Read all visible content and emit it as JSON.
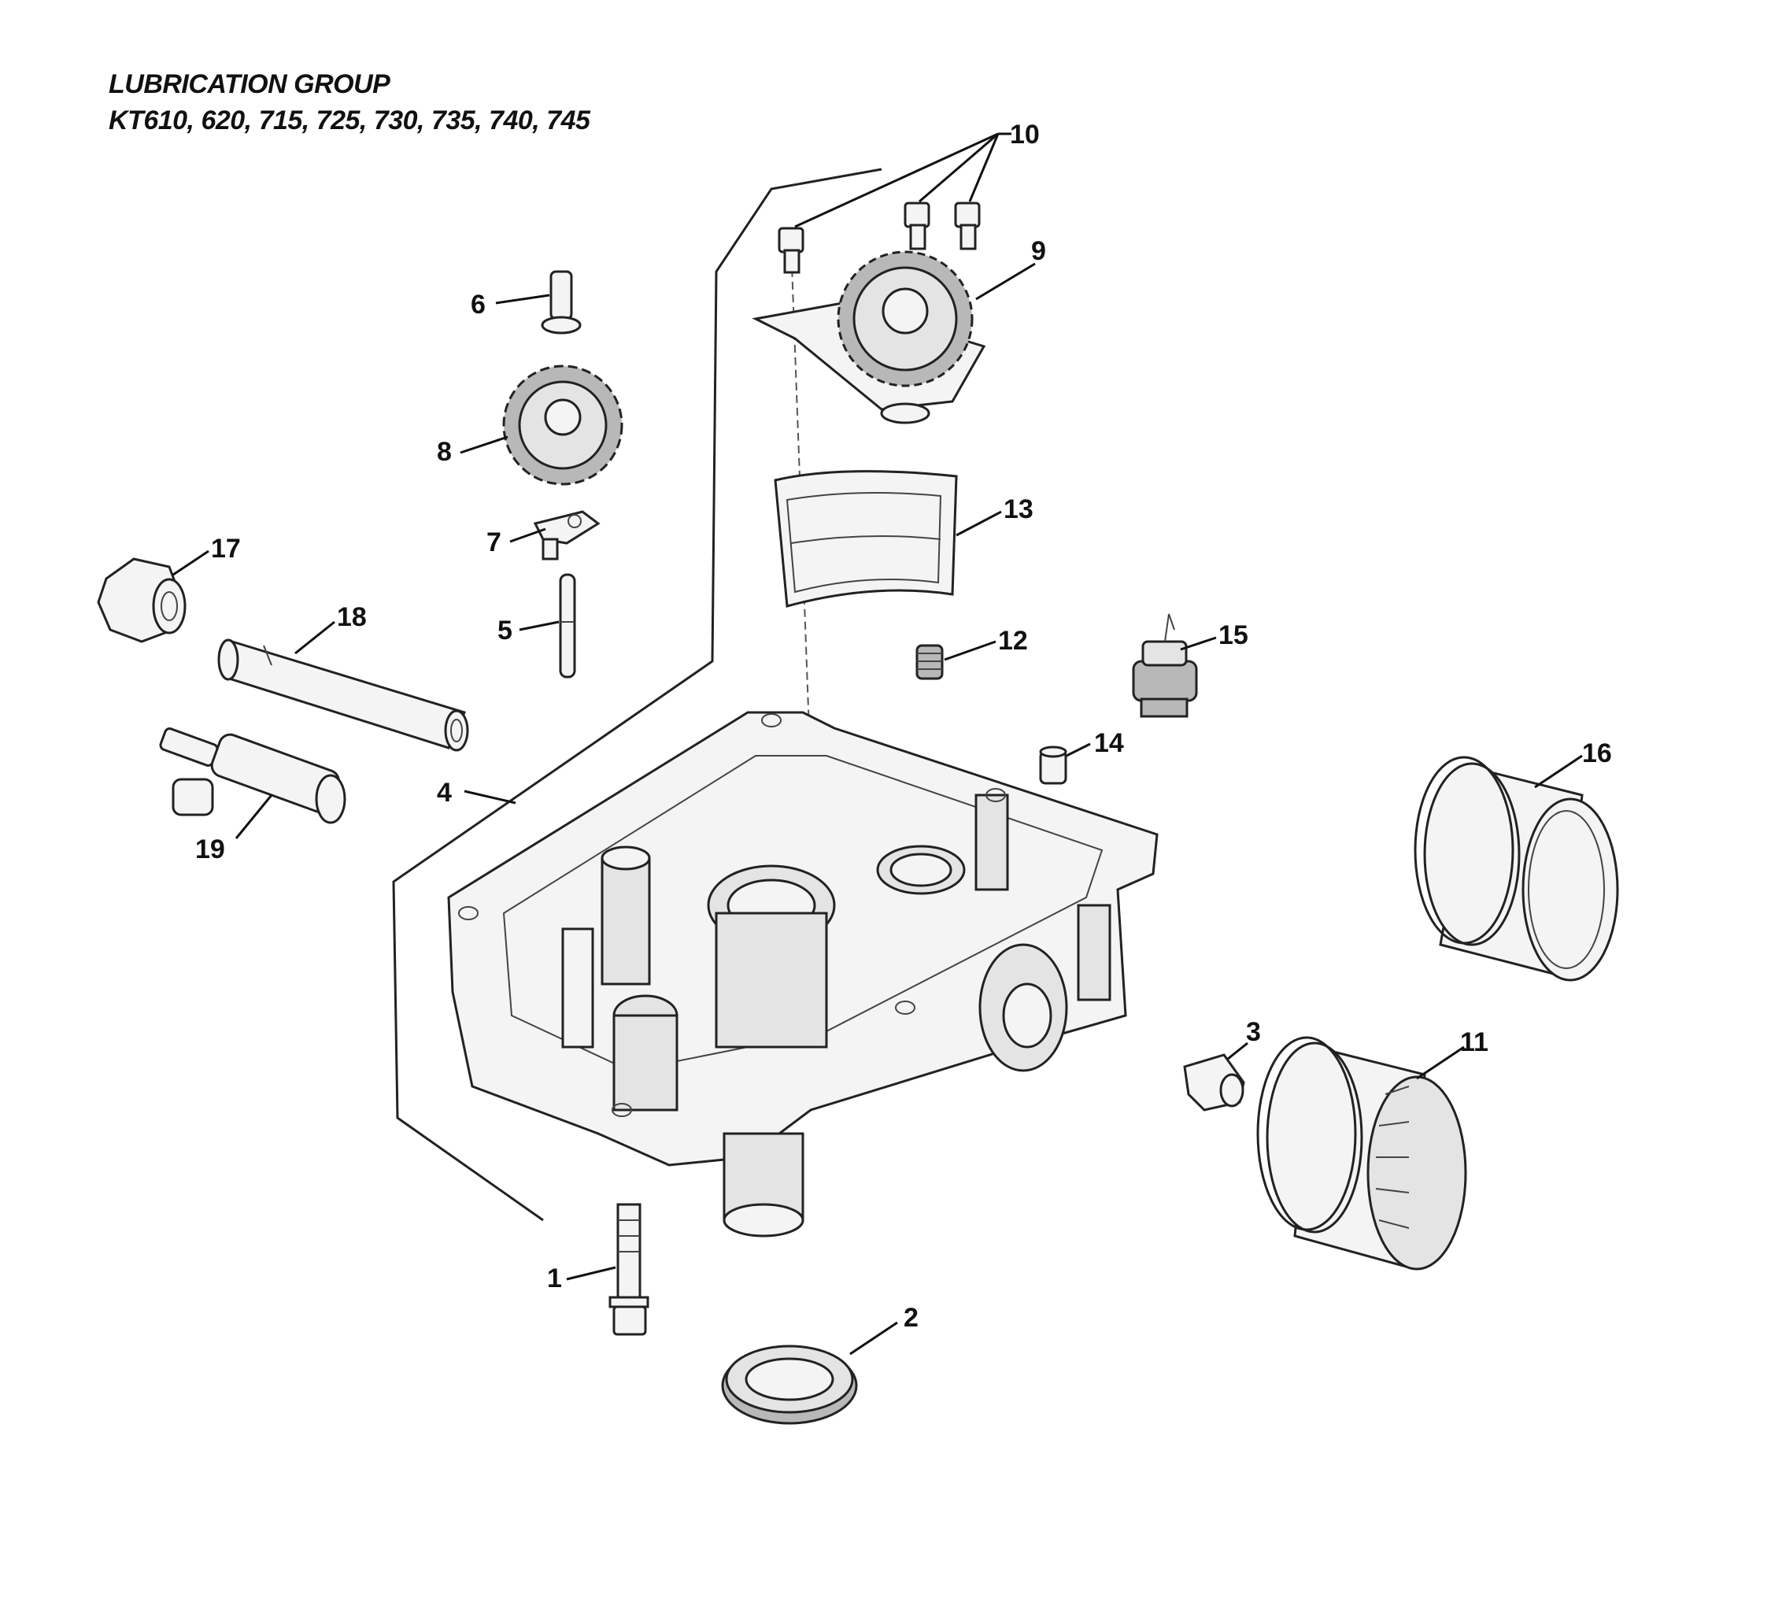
{
  "title": {
    "line1": "LUBRICATION GROUP",
    "line2": "KT610, 620, 715, 725, 730, 735, 740, 745"
  },
  "callouts": {
    "c1": "1",
    "c2": "2",
    "c3": "3",
    "c4": "4",
    "c5": "5",
    "c6": "6",
    "c7": "7",
    "c8": "8",
    "c9": "9",
    "c10": "10",
    "c11": "11",
    "c12": "12",
    "c13": "13",
    "c14": "14",
    "c15": "15",
    "c16": "16",
    "c17": "17",
    "c18": "18",
    "c19": "19"
  }
}
